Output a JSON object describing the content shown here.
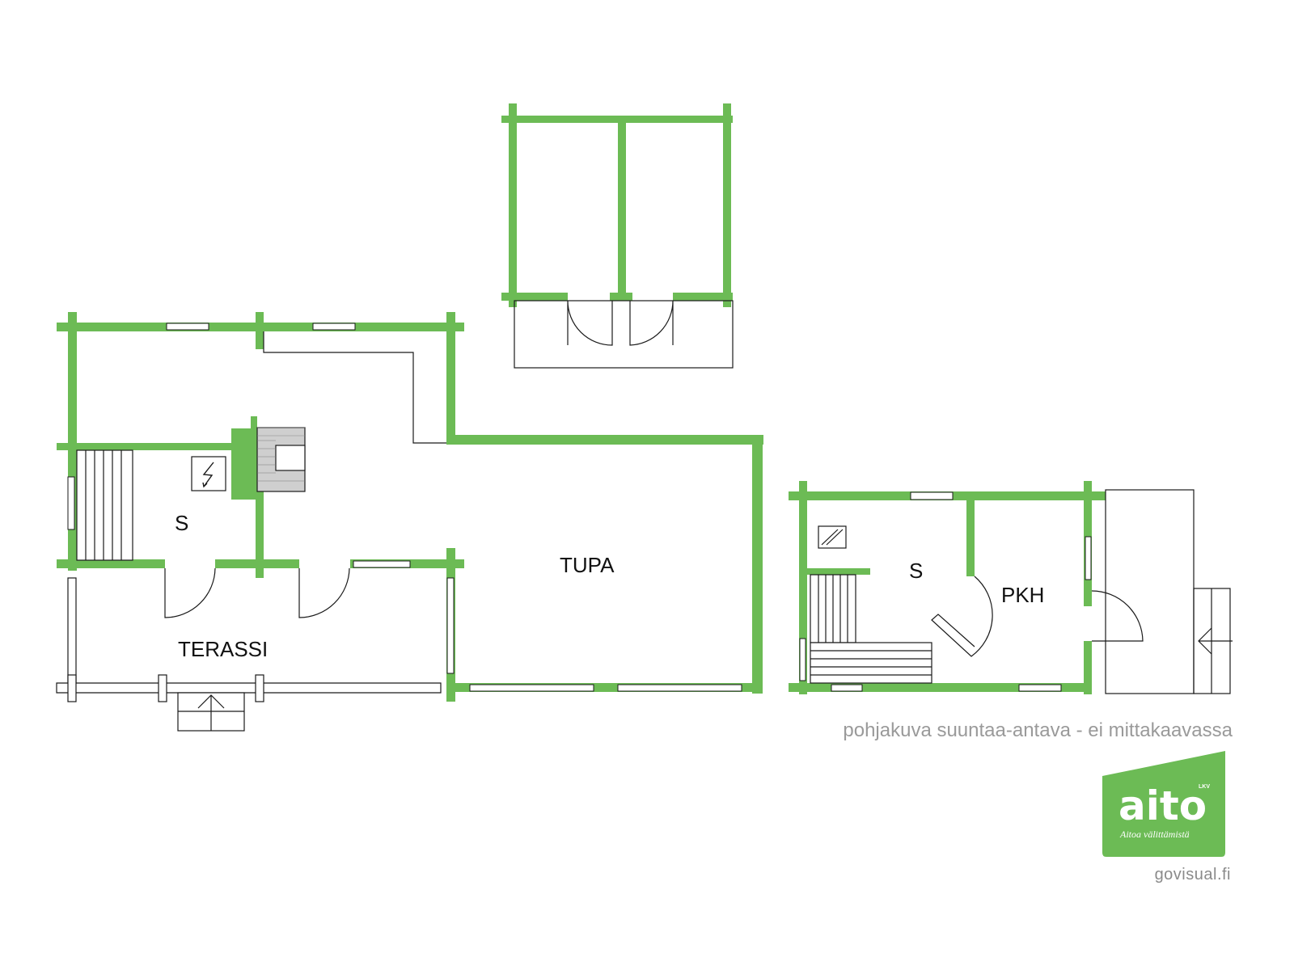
{
  "rooms": {
    "sauna_main": "S",
    "tupa": "TUPA",
    "terassi": "TERASSI",
    "sauna_right": "S",
    "pkh": "PKH"
  },
  "note": "pohjakuva suuntaa-antava - ei mittakaavassa",
  "logo": {
    "word": "aito",
    "lkv": "LKV",
    "slogan": "Aitoa välittämistä",
    "color": "#6cbb55"
  },
  "credit": "govisual.fi",
  "colors": {
    "wall": "#6cbb55",
    "line": "#1a1a1a"
  },
  "icons": [
    "electric-heater-icon",
    "sauna-stove-icon"
  ]
}
